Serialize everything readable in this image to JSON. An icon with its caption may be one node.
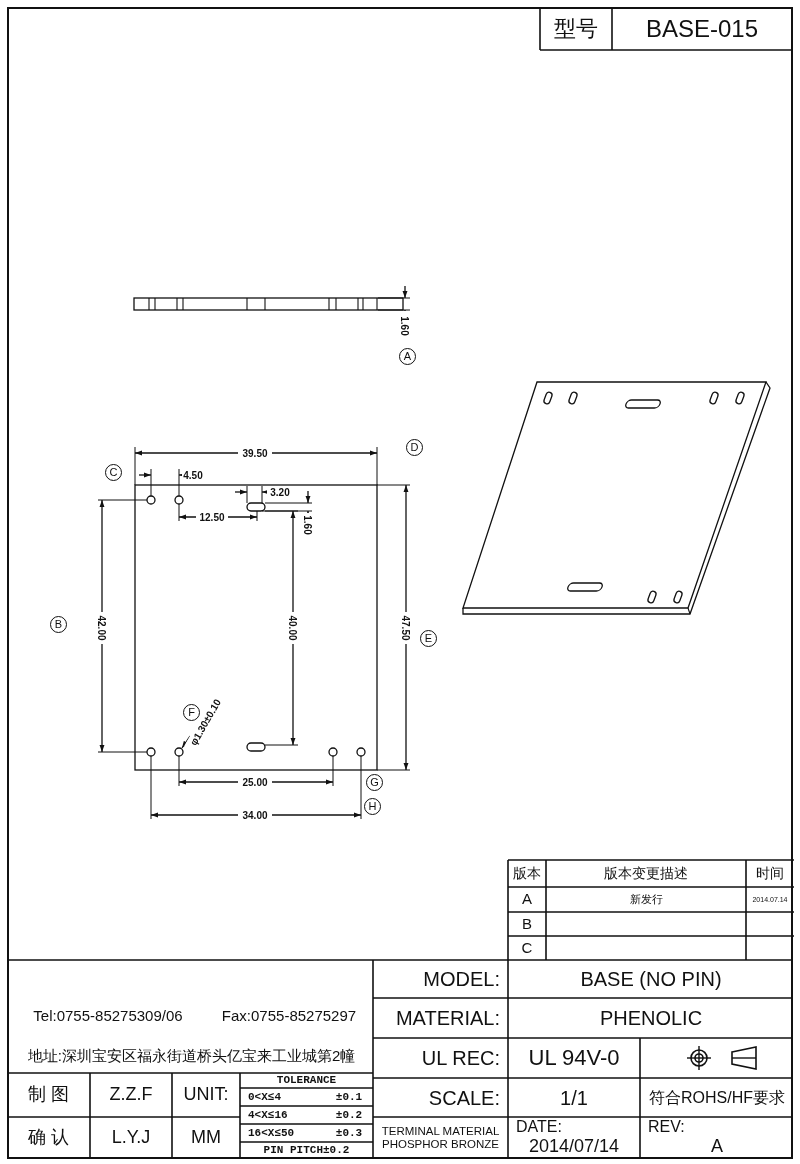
{
  "diagram": {
    "labels": [
      "型号",
      "BASE-015",
      "1.60",
      "A",
      "39.50",
      "D",
      "C",
      "4.50",
      "3.20",
      "12.50",
      "1.60",
      "B",
      "42.00",
      "40.00",
      "47.50",
      "E",
      "F",
      "φ1.30±0.10",
      "25.00",
      "G",
      "H",
      "34.00",
      "版本",
      "版本变更描述",
      "时间",
      "A",
      "新发行",
      "2014.07.14",
      "B",
      "C",
      "MODEL:",
      "BASE (NO PIN)",
      "Tel:0755-85275309/06",
      "Fax:0755-85275297",
      "MATERIAL:",
      "PHENOLIC",
      "地址:深圳宝安区福永街道桥头亿宝来工业城第2幢",
      "UL REC:",
      "UL 94V-0",
      "TOLERANCE",
      "制 图",
      "Z.Z.F",
      "UNIT:",
      "0<X≤4",
      "±0.1",
      "SCALE:",
      "1/1",
      "符合ROHS/HF要求",
      "4<X≤16",
      "±0.2",
      "确 认",
      "L.Y.J",
      "MM",
      "16<X≤50",
      "±0.3",
      "PIN PITCH±0.2",
      "TERMINAL MATERIAL PHOSPHOR BRONZE",
      "DATE:",
      "2014/07/14",
      "REV:",
      "A"
    ]
  }
}
